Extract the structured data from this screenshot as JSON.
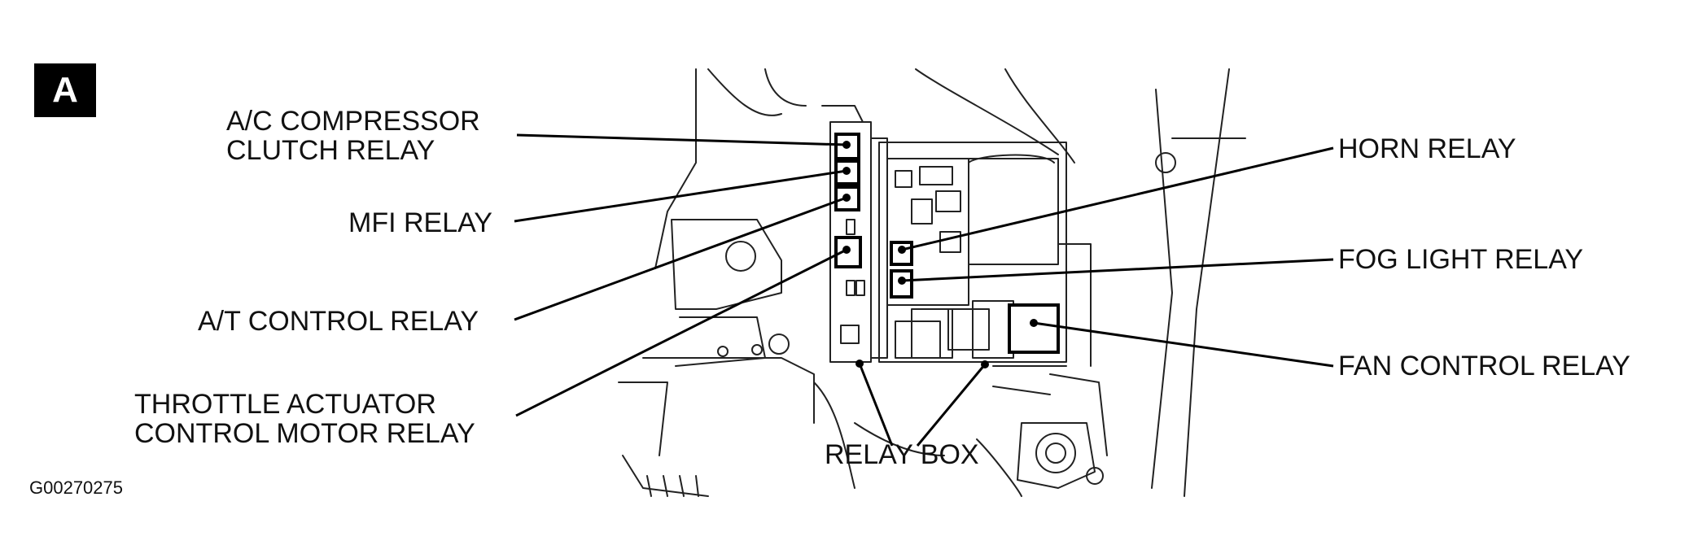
{
  "panel_label": "A",
  "figure_id": "G00270275",
  "callouts": {
    "ac_compressor_line1": "A/C COMPRESSOR",
    "ac_compressor_line2": "CLUTCH RELAY",
    "mfi": "MFI RELAY",
    "at_control": "A/T CONTROL RELAY",
    "throttle_line1": "THROTTLE ACTUATOR",
    "throttle_line2": "CONTROL MOTOR RELAY",
    "relay_box": "RELAY BOX",
    "horn": "HORN RELAY",
    "fog_light": "FOG LIGHT RELAY",
    "fan_control": "FAN CONTROL RELAY"
  }
}
